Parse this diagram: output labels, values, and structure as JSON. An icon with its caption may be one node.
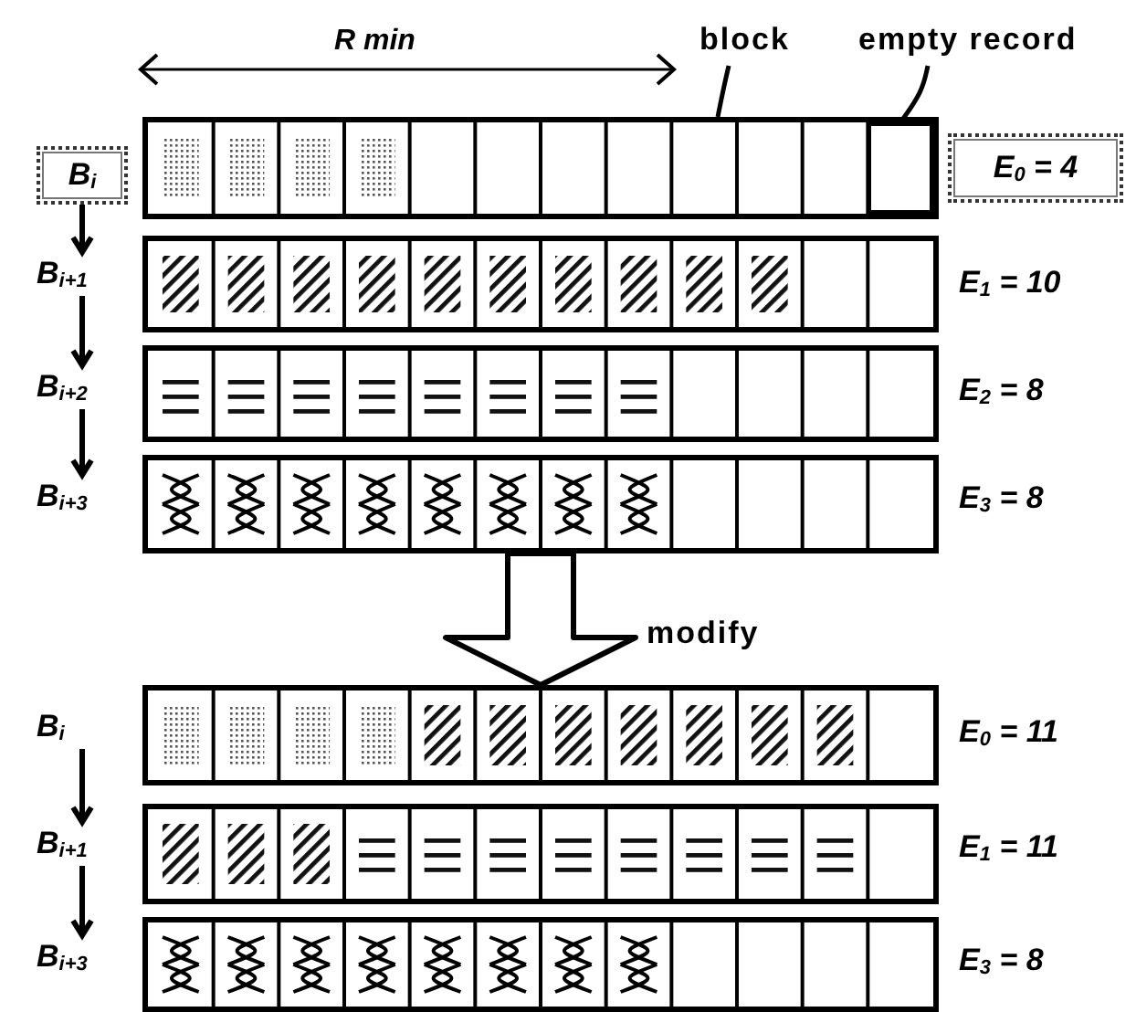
{
  "diagram": {
    "nodes": [
      {
        "text": [
          "block"
        ]
      },
      {
        "text": [
          "empty record"
        ]
      },
      {
        "text": [
          "B$_{i}$"
        ]
      },
      {
        "text": [],
        "shape": "bar"
      },
      {
        "text": [],
        "shape": "box",
        "in": 3
      },
      {
        "text": [
          "E$_{0}$ = 4"
        ]
      },
      {
        "text": [
          "B$_{i+1}$"
        ]
      },
      {
        "text": [],
        "shape": "bar"
      },
      {
        "text": [
          "E$_{1}$ = 10"
        ]
      },
      {
        "text": [
          "B$_{i+2}$"
        ]
      },
      {
        "text": [],
        "shape": "bar"
      },
      {
        "text": [
          "E$_{2}$ = 8"
        ]
      },
      {
        "text": [
          "B$_{i+3}$"
        ]
      },
      {
        "text": [],
        "shape": "bar"
      },
      {
        "text": [
          "E$_{3}$ = 8"
        ]
      },
      {
        "text": [
          "B$_{i}$"
        ]
      },
      {
        "text": [],
        "shape": "bar"
      },
      {
        "text": [
          "E$_{0}$ = 11"
        ]
      },
      {
        "text": [
          "B$_{i+1}$"
        ]
      },
      {
        "text": [],
        "shape": "bar"
      },
      {
        "text": [
          "E$_{1}$ = 11"
        ]
      },
      {
        "text": [
          "B$_{i+3}$"
        ]
      },
      {
        "text": [],
        "shape": "bar"
      },
      {
        "text": [
          "E$_{3}$ = 8"
        ]
      }
    ],
    "edges": [
      {
        "from": 0,
        "to": 3,
        "arrow": "none"
      },
      {
        "from": 1,
        "to": 4,
        "arrow": "none"
      },
      {
        "from": 2,
        "to": 6,
        "arrow": "to"
      },
      {
        "from": 6,
        "to": 9,
        "arrow": "to"
      },
      {
        "from": 9,
        "to": 12,
        "arrow": "to"
      },
      {
        "from": 13,
        "to": 16,
        "arrow": "to",
        "style": "thick",
        "label": "modify"
      },
      {
        "from": 15,
        "to": 18,
        "arrow": "to"
      },
      {
        "from": 18,
        "to": 21,
        "arrow": "to"
      }
    ],
    "labels": [
      "R min"
    ]
  }
}
